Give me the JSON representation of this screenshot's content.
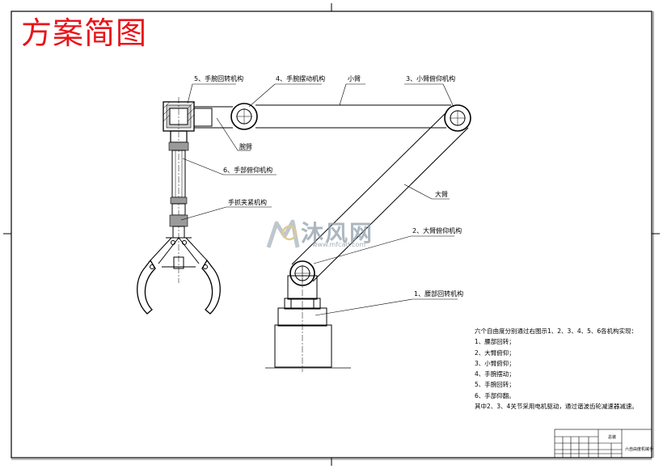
{
  "title": "方案简图",
  "labels": {
    "wrist_rotation": "5、手腕回转机构",
    "wrist_swing": "4、手腕摆动机构",
    "forearm": "小臂",
    "forearm_pitch": "3、小臂俯仰机构",
    "wrist_arm": "腕臂",
    "wrist_pitch": "6、手部俯仰机构",
    "gripper": "手抓夹紧机构",
    "upper_arm": "大臂",
    "upper_arm_pitch": "2、大臂俯仰机构",
    "waist_rotation": "1、腰部回转机构"
  },
  "notes": {
    "heading": "六个自由度分别通过右图示1、2、3、4、5、6各机构实现：",
    "items": [
      "1、腰部回转；",
      "2、大臂俯仰；",
      "3、小臂俯仰；",
      "4、手腕摆动；",
      "5、手腕回转；",
      "6、手部仰翻。"
    ],
    "footer": "其中2、3、4关节采用电机驱动，通过谐波齿轮减速器减速。"
  },
  "watermark": {
    "brand": "沐风网",
    "url": "www.mfcad.com"
  },
  "title_block": {
    "cell_a": "总装",
    "cell_b": "六自由度机械手"
  },
  "colors": {
    "title": "#e8141b",
    "line": "#000000",
    "watermark": "#8a9aa6"
  }
}
